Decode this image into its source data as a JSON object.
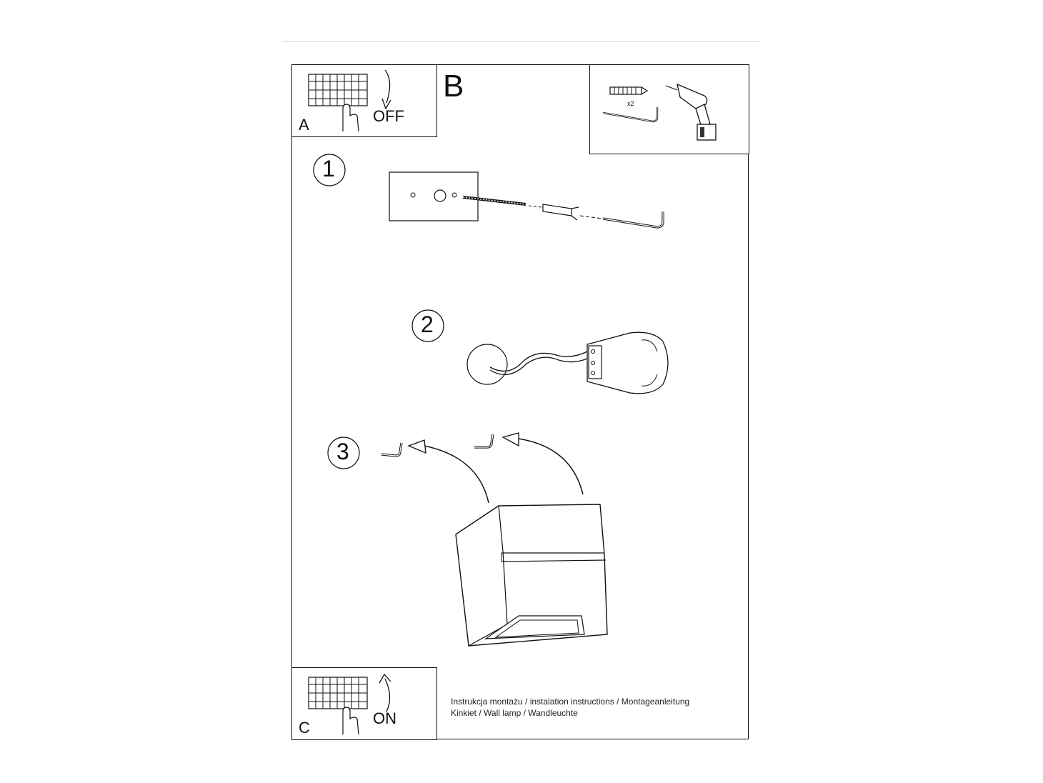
{
  "panel_a": {
    "letter": "A",
    "switch_text": "OFF"
  },
  "panel_b": {
    "letter": "B",
    "quantity": "x2"
  },
  "panel_c": {
    "letter": "C",
    "switch_text": "ON"
  },
  "steps": [
    "1",
    "2",
    "3"
  ],
  "caption": {
    "line1": "Instrukcja montażu / instalation instructions / Montageanleitung",
    "line2": "Kinkiet / Wall lamp / Wandleuchte"
  }
}
